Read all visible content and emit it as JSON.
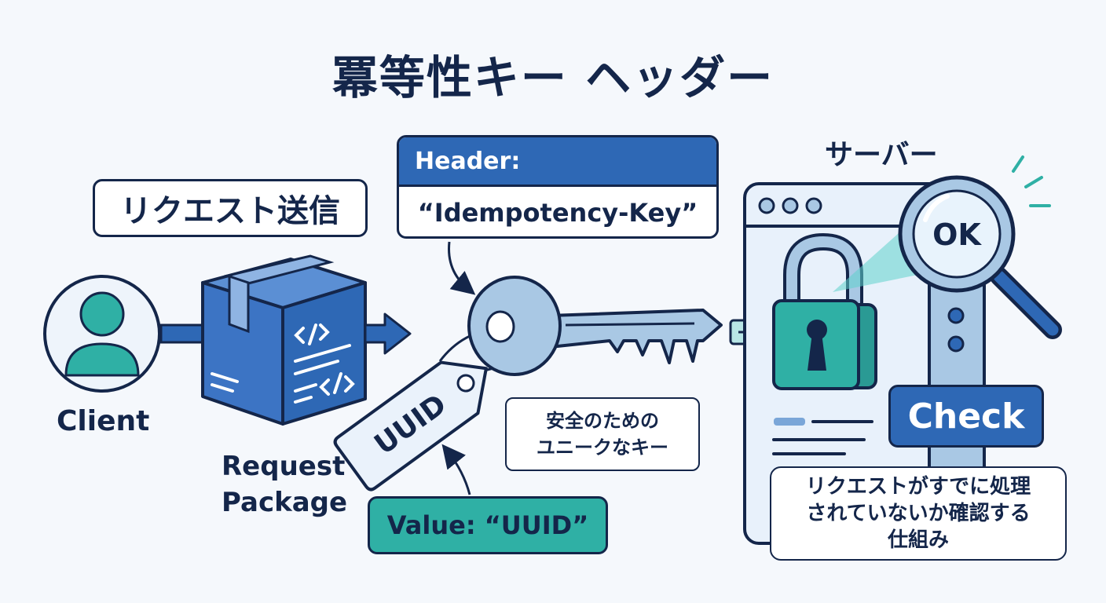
{
  "title": "冪等性キー ヘッダー",
  "client": {
    "label": "Client"
  },
  "request_send": {
    "label": "リクエスト送信"
  },
  "package": {
    "label_line1": "Request",
    "label_line2": "Package"
  },
  "header_box": {
    "title": "Header:",
    "value": "“Idempotency-Key”"
  },
  "tag": {
    "text": "UUID"
  },
  "value_box": {
    "label": "Value: “UUID”"
  },
  "key_note": {
    "line1": "安全のための",
    "line2": "ユニークなキー"
  },
  "server": {
    "label": "サーバー",
    "magnifier_text": "OK",
    "check_label": "Check",
    "description_line1": "リクエストがすでに処理",
    "description_line2": "されていないか確認する",
    "description_line3": "仕組み"
  },
  "colors": {
    "navy": "#14264a",
    "blue": "#2e68b5",
    "teal": "#2fb0a5",
    "light_blue": "#a9c8e4",
    "pale": "#e6f0fa"
  }
}
